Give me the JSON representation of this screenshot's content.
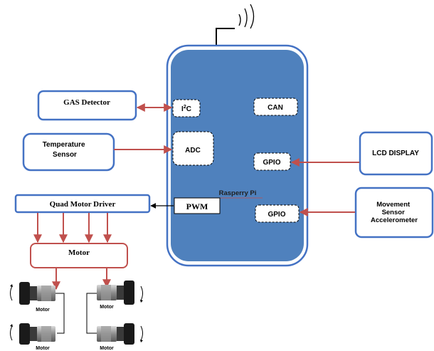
{
  "pi": {
    "label": "Rasperry Pi"
  },
  "ports": {
    "i2c": {
      "label": "I",
      "sup": "2",
      "rest": "C"
    },
    "can": "CAN",
    "adc": "ADC",
    "gpio_lcd": "GPIO",
    "gpio_movement": "GPIO",
    "pwm": "PWM"
  },
  "blocks": {
    "gas": "GAS Detector",
    "temperature": [
      "Temperature",
      "Sensor"
    ],
    "quad_driver": "Quad Motor Driver",
    "motor": "Motor",
    "lcd": "LCD DISPLAY",
    "movement": [
      "Movement",
      "Sensor",
      "Accelerometer"
    ]
  },
  "small_motors": [
    "Motor",
    "Motor",
    "Motor",
    "Motor"
  ],
  "colors": {
    "pi_fill": "#4f81bd",
    "block_border": "#4472c4",
    "arrow_red": "#c0504d",
    "arrow_black": "#000000"
  }
}
